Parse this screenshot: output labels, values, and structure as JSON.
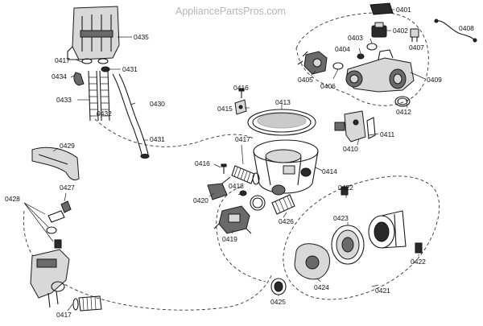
{
  "watermark": "AppliancePartsPros.com",
  "labels": [
    {
      "id": "0401",
      "text": "0401"
    },
    {
      "id": "0402",
      "text": "0402"
    },
    {
      "id": "0403",
      "text": "0403"
    },
    {
      "id": "0404",
      "text": "0404"
    },
    {
      "id": "0405",
      "text": "0405"
    },
    {
      "id": "0406",
      "text": "0406"
    },
    {
      "id": "0407",
      "text": "0407"
    },
    {
      "id": "0408",
      "text": "0408"
    },
    {
      "id": "0409",
      "text": "0409"
    },
    {
      "id": "0410",
      "text": "0410"
    },
    {
      "id": "0411",
      "text": "0411"
    },
    {
      "id": "0412",
      "text": "0412"
    },
    {
      "id": "0413",
      "text": "0413"
    },
    {
      "id": "0414",
      "text": "0414"
    },
    {
      "id": "0415",
      "text": "0415"
    },
    {
      "id": "0416a",
      "text": "0416"
    },
    {
      "id": "0416b",
      "text": "0416"
    },
    {
      "id": "0417a",
      "text": "0417"
    },
    {
      "id": "0417b",
      "text": "0417"
    },
    {
      "id": "0417c",
      "text": "0417"
    },
    {
      "id": "0418",
      "text": "0418"
    },
    {
      "id": "0419",
      "text": "0419"
    },
    {
      "id": "0420",
      "text": "0420"
    },
    {
      "id": "0421",
      "text": "0421"
    },
    {
      "id": "0422a",
      "text": "0422"
    },
    {
      "id": "0422b",
      "text": "0422"
    },
    {
      "id": "0423",
      "text": "0423"
    },
    {
      "id": "0424",
      "text": "0424"
    },
    {
      "id": "0425",
      "text": "0425"
    },
    {
      "id": "0426",
      "text": "0426"
    },
    {
      "id": "0427",
      "text": "0427"
    },
    {
      "id": "0428",
      "text": "0428"
    },
    {
      "id": "0429",
      "text": "0429"
    },
    {
      "id": "0430",
      "text": "0430"
    },
    {
      "id": "0431a",
      "text": "0431"
    },
    {
      "id": "0431b",
      "text": "0431"
    },
    {
      "id": "0432",
      "text": "0432"
    },
    {
      "id": "0433",
      "text": "0433"
    },
    {
      "id": "0434",
      "text": "0434"
    },
    {
      "id": "0435",
      "text": "0435"
    }
  ]
}
